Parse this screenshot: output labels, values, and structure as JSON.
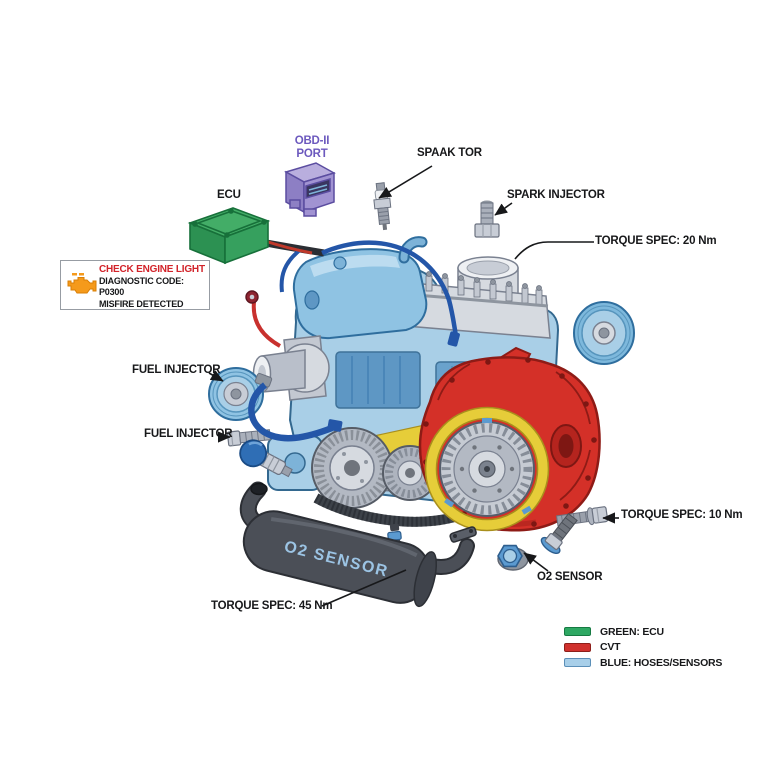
{
  "figure": {
    "type": "exploded-engine-diagram"
  },
  "labels": {
    "ecu": "ECU",
    "obd_port": {
      "line1": "OBD-II",
      "line2": "PORT"
    },
    "spark_tor": "SPAAK TOR",
    "spark_injector": "SPARK INJECTOR",
    "torque_spec_20": "TORQUE SPEC: 20 Nm",
    "fuel_injector_upper": "FUEL INJECTOR",
    "fuel_injector_lower": "FUEL INJECTOR",
    "torque_spec_10": "TORQUE SPEC: 10 Nm",
    "o2_sensor": "O2 SENSOR",
    "torque_spec_45": "TORQUE SPEC: 45 Nm",
    "muffler_marking": "O2 SENSOR"
  },
  "warning_box": {
    "title": "CHECK ENGINE LIGHT",
    "diagnostic_code": "DIAGNOSTIC CODE: P0300",
    "status": "MISFIRE DETECTED"
  },
  "legend": {
    "items": [
      {
        "label": "GREEN: ECU",
        "color": "#2ea863",
        "border": "#167a42"
      },
      {
        "label": "CVT",
        "color": "#d0312d",
        "border": "#8e1f1a"
      },
      {
        "label": "BLUE: HOSES/SENSORS",
        "color": "#a8cfe9",
        "border": "#5b8fb8"
      }
    ]
  },
  "colors": {
    "ecu_green": "#43ad67",
    "cvt_red": "#d43028",
    "hose_blue": "#a9cfe7",
    "belt_yellow": "#e6cd39",
    "warning_red": "#d2232a",
    "engine_icon_orange": "#f59a1b",
    "obd_purple": "#6c59be"
  }
}
